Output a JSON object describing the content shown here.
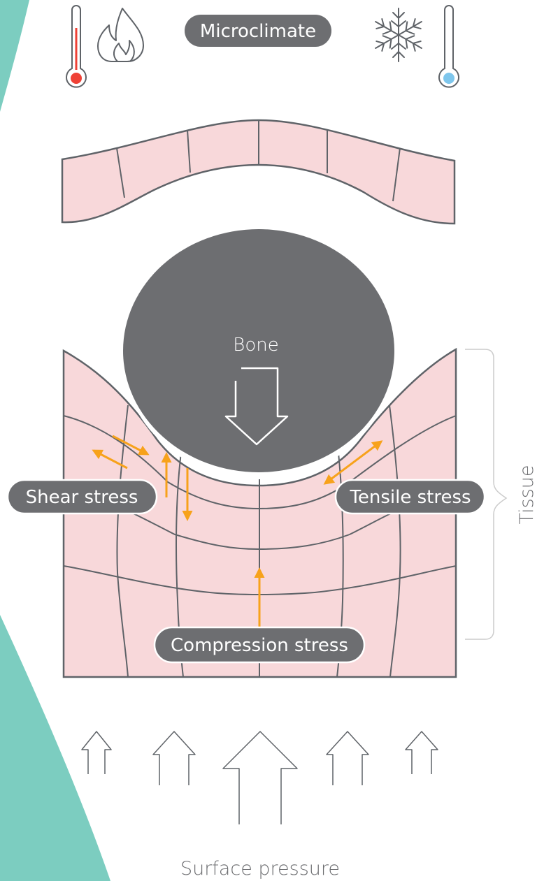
{
  "labels": {
    "microclimate": "Microclimate",
    "bone": "Bone",
    "shear_stress": "Shear stress",
    "tensile_stress": "Tensile stress",
    "compression_stress": "Compression stress",
    "tissue": "Tissue",
    "surface_pressure": "Surface pressure"
  },
  "colors": {
    "teal_accent": "#7ccdc0",
    "tissue_fill": "#f8d8da",
    "outline": "#5f6368",
    "bone": "#6d6e71",
    "stress_arrow": "#f7a21b",
    "hot": "#ef4136",
    "cold": "#7ec6ec",
    "pill": "#6d6e71"
  },
  "icons": [
    "thermometer-hot-icon",
    "flame-icon",
    "snowflake-icon",
    "thermometer-cold-icon",
    "down-arrow-icon",
    "up-arrow-icon",
    "curly-brace-icon"
  ]
}
